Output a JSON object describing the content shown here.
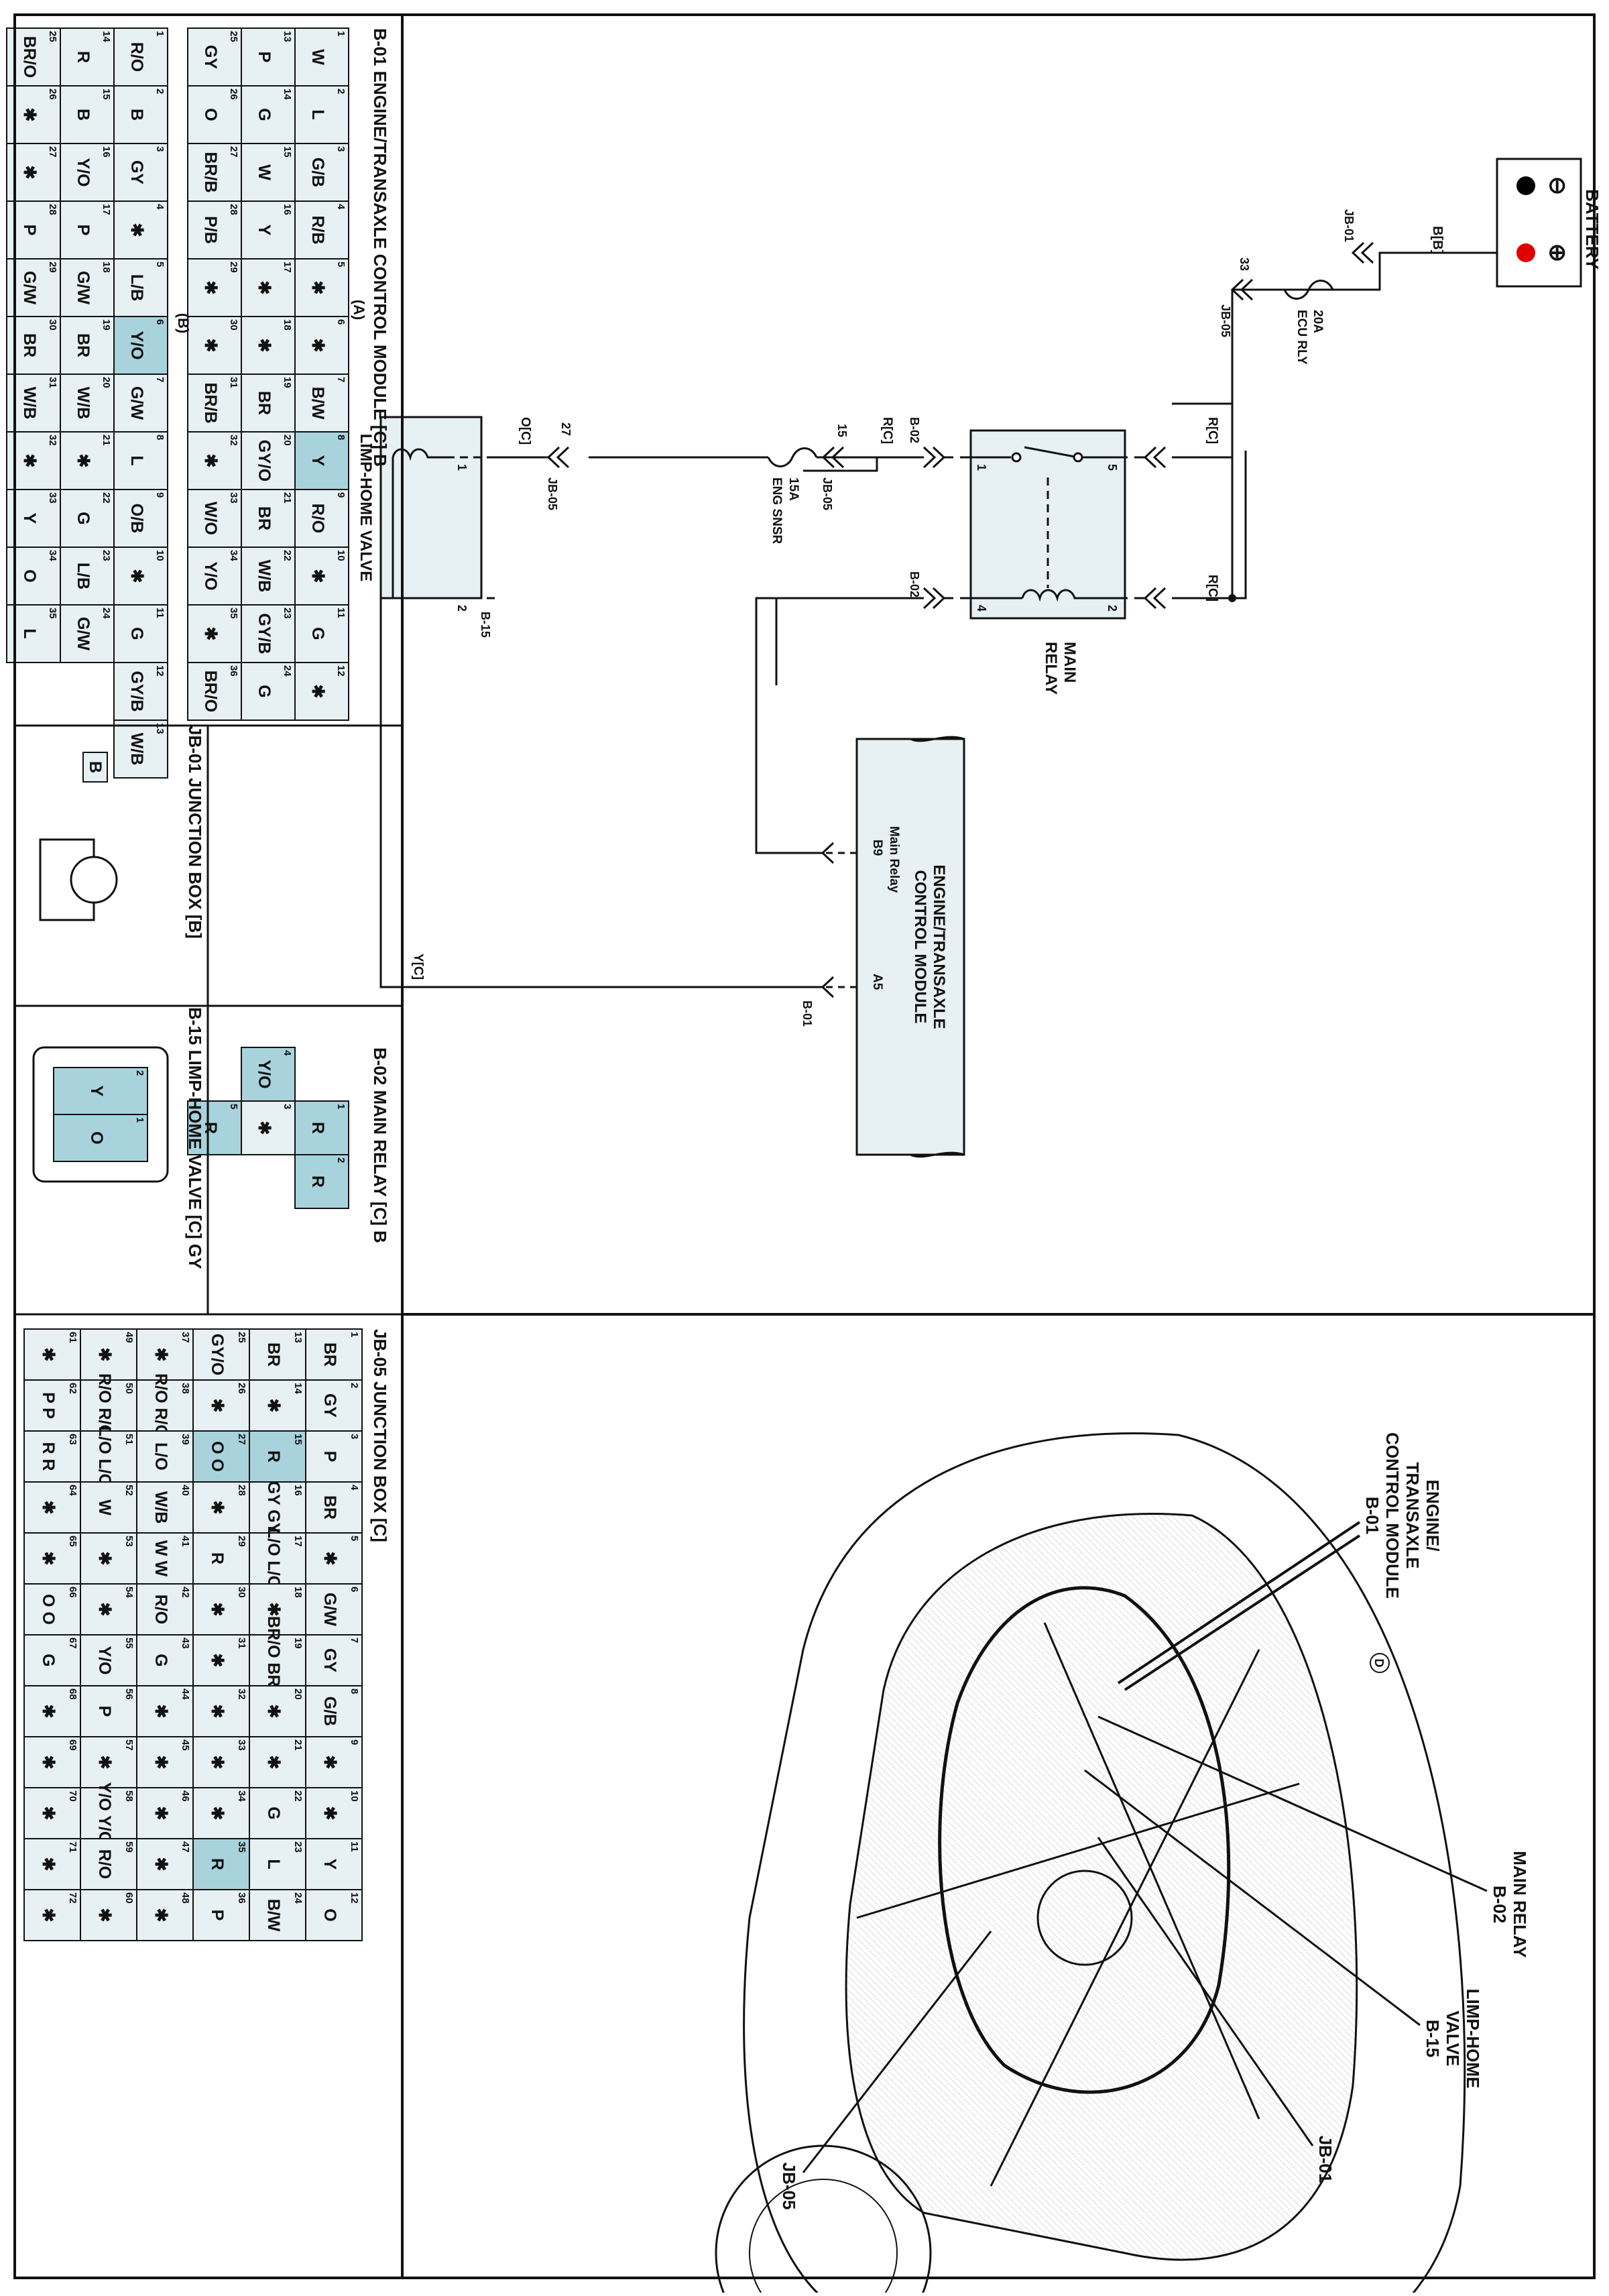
{
  "title": "",
  "colors": {
    "ink": "#111111",
    "connector_fill": "#e7f0f3",
    "highlight": "#a9d3dc",
    "battery_pos_dot": "#e00000",
    "battery_neg_dot": "#000000"
  },
  "schematic": {
    "battery": {
      "label": "BATTERY",
      "pos_symbol": "⊕",
      "neg_symbol": "⊖"
    },
    "wires": {
      "battery_out": "B[B]",
      "fuse_in": "R[C]",
      "relay_sw_in": "R[C]",
      "relay_sw_out": "R[C]",
      "relay_coil_in": "R[C]",
      "valve_feed": "O[C]",
      "valve_return": "Y[C]"
    },
    "jb01": {
      "ref": "JB-01"
    },
    "fuse_ecu": {
      "rating": "20A",
      "name": "ECU RLY",
      "jb_pin": "33",
      "jb_ref": "JB-05"
    },
    "fuse_eng": {
      "rating": "15A",
      "name": "ENG SNSR",
      "jb_pin": "15",
      "jb_ref": "JB-05"
    },
    "relay": {
      "title_1": "MAIN",
      "title_2": "RELAY",
      "conn_ref": "B-02",
      "pins": [
        "1",
        "2",
        "4",
        "5"
      ]
    },
    "ecm": {
      "title_1": "ENGINE/TRANSAXLE",
      "title_2": "CONTROL MODULE",
      "sub": "Main Relay",
      "pin_b": "B9",
      "pin_a": "A5",
      "conn_ref": "B-01"
    },
    "valve": {
      "title": "LIMP-HOME VALVE",
      "pin1": "1",
      "pin2": "2",
      "conn_ref": "B-15",
      "jb_pin": "27",
      "jb_ref": "JB-05"
    }
  },
  "location": {
    "labels": {
      "ecm_1": "ENGINE/",
      "ecm_2": "TRANSAXLE",
      "ecm_3": "CONTROL MODULE",
      "ecm_4": "B-01",
      "relay_1": "MAIN RELAY",
      "relay_2": "B-02",
      "valve_1": "LIMP-HOME",
      "valve_2": "VALVE",
      "valve_3": "B-15",
      "jb01": "JB-01",
      "jb05": "JB-05",
      "d": "D"
    }
  },
  "connectors": {
    "b01": {
      "title": "B-01 ENGINE/TRANSAXLE CONTROL MODULE [C] B",
      "half_a": "(A)",
      "half_b": "(B)",
      "a_rows": [
        [
          [
            "1",
            "W"
          ],
          [
            "2",
            "L"
          ],
          [
            "3",
            "G/B"
          ],
          [
            "4",
            "R/B"
          ],
          [
            "5",
            "✱"
          ],
          [
            "6",
            "✱"
          ],
          [
            "7",
            "B/W"
          ],
          [
            "8",
            "Y"
          ],
          [
            "9",
            "R/O"
          ],
          [
            "10",
            "✱"
          ],
          [
            "11",
            "G"
          ],
          [
            "12",
            "✱"
          ]
        ],
        [
          [
            "13",
            "P"
          ],
          [
            "14",
            "G"
          ],
          [
            "15",
            "W"
          ],
          [
            "16",
            "Y"
          ],
          [
            "17",
            "✱"
          ],
          [
            "18",
            "✱"
          ],
          [
            "19",
            "BR"
          ],
          [
            "20",
            "GY/O"
          ],
          [
            "21",
            "BR"
          ],
          [
            "22",
            "W/B"
          ],
          [
            "23",
            "GY/B"
          ],
          [
            "24",
            "G"
          ]
        ],
        [
          [
            "25",
            "GY"
          ],
          [
            "26",
            "O"
          ],
          [
            "27",
            "BR/B"
          ],
          [
            "28",
            "P/B"
          ],
          [
            "29",
            "✱"
          ],
          [
            "30",
            "✱"
          ],
          [
            "31",
            "BR/B"
          ],
          [
            "32",
            "✱"
          ],
          [
            "33",
            "W/O"
          ],
          [
            "34",
            "Y/O"
          ],
          [
            "35",
            "✱"
          ],
          [
            "36",
            "BR/O"
          ]
        ]
      ],
      "b_rows": [
        [
          [
            "1",
            "R/O"
          ],
          [
            "2",
            "B"
          ],
          [
            "3",
            "GY"
          ],
          [
            "4",
            "✱"
          ],
          [
            "5",
            "L/B"
          ],
          [
            "6",
            "Y/O"
          ],
          [
            "7",
            "G/W"
          ],
          [
            "8",
            "L"
          ],
          [
            "9",
            "O/B"
          ],
          [
            "10",
            "✱"
          ],
          [
            "11",
            "G"
          ],
          [
            "12",
            "GY/B"
          ],
          [
            "13",
            "W/B"
          ]
        ],
        [
          [
            "14",
            "R"
          ],
          [
            "15",
            "B"
          ],
          [
            "16",
            "Y/O"
          ],
          [
            "17",
            "P"
          ],
          [
            "18",
            "G/W"
          ],
          [
            "19",
            "BR"
          ],
          [
            "20",
            "W/B"
          ],
          [
            "21",
            "✱"
          ],
          [
            "22",
            "G"
          ],
          [
            "23",
            "L/B"
          ],
          [
            "24",
            "G/W"
          ]
        ],
        [
          [
            "25",
            "BR/O"
          ],
          [
            "26",
            "✱"
          ],
          [
            "27",
            "✱"
          ],
          [
            "28",
            "P"
          ],
          [
            "29",
            "G/W"
          ],
          [
            "30",
            "BR"
          ],
          [
            "31",
            "W/B"
          ],
          [
            "32",
            "✱"
          ],
          [
            "33",
            "Y"
          ],
          [
            "34",
            "O"
          ],
          [
            "35",
            "L"
          ]
        ]
      ]
    },
    "b02": {
      "title": "B-02 MAIN RELAY [C] B",
      "pins": [
        [
          "1",
          "R"
        ],
        [
          "2",
          "R"
        ],
        [
          "3",
          "✱"
        ],
        [
          "4",
          "Y/O"
        ],
        [
          "5",
          "R"
        ]
      ]
    },
    "jb01": {
      "title": "JB-01 JUNCTION BOX [B]",
      "terminal": "B"
    },
    "b15": {
      "title": "B-15 LIMP-HOME VALVE [C] GY",
      "pins": [
        [
          "1",
          "O"
        ],
        [
          "2",
          "Y"
        ]
      ]
    },
    "jb05": {
      "title": "JB-05 JUNCTION BOX [C]",
      "rows": [
        [
          [
            "1",
            "BR"
          ],
          [
            "2",
            "GY"
          ],
          [
            "3",
            "P"
          ],
          [
            "4",
            "BR"
          ],
          [
            "5",
            "✱"
          ],
          [
            "6",
            "G/W"
          ],
          [
            "7",
            "GY"
          ],
          [
            "8",
            "G/B"
          ],
          [
            "9",
            "✱"
          ],
          [
            "10",
            "✱"
          ],
          [
            "11",
            "Y"
          ],
          [
            "12",
            "O"
          ]
        ],
        [
          [
            "13",
            "BR"
          ],
          [
            "14",
            "✱"
          ],
          [
            "15",
            "R"
          ],
          [
            "16",
            "GY GY"
          ],
          [
            "17",
            "L/O L/O"
          ],
          [
            "18",
            "✱"
          ],
          [
            "19",
            "BR/O BR/O"
          ],
          [
            "20",
            "✱"
          ],
          [
            "21",
            "✱"
          ],
          [
            "22",
            "G"
          ],
          [
            "23",
            "L"
          ],
          [
            "24",
            "B/W"
          ]
        ],
        [
          [
            "25",
            "GY/O"
          ],
          [
            "26",
            "✱"
          ],
          [
            "27",
            "O O"
          ],
          [
            "28",
            "✱"
          ],
          [
            "29",
            "R"
          ],
          [
            "30",
            "✱"
          ],
          [
            "31",
            "✱"
          ],
          [
            "32",
            "✱"
          ],
          [
            "33",
            "✱"
          ],
          [
            "34",
            "✱"
          ],
          [
            "35",
            "R"
          ],
          [
            "36",
            "P"
          ]
        ],
        [
          [
            "37",
            "✱"
          ],
          [
            "38",
            "R/O R/O"
          ],
          [
            "39",
            "L/O"
          ],
          [
            "40",
            "W/B"
          ],
          [
            "41",
            "W W"
          ],
          [
            "42",
            "R/O"
          ],
          [
            "43",
            "G"
          ],
          [
            "44",
            "✱"
          ],
          [
            "45",
            "✱"
          ],
          [
            "46",
            "✱"
          ],
          [
            "47",
            "✱"
          ],
          [
            "48",
            "✱"
          ]
        ],
        [
          [
            "49",
            "✱"
          ],
          [
            "50",
            "R/O R/O"
          ],
          [
            "51",
            "L/O L/O"
          ],
          [
            "52",
            "W"
          ],
          [
            "53",
            "✱"
          ],
          [
            "54",
            "✱"
          ],
          [
            "55",
            "Y/O"
          ],
          [
            "56",
            "P"
          ],
          [
            "57",
            "✱"
          ],
          [
            "58",
            "Y/O Y/O"
          ],
          [
            "59",
            "R/O"
          ],
          [
            "60",
            "✱"
          ]
        ],
        [
          [
            "61",
            "✱"
          ],
          [
            "62",
            "P P"
          ],
          [
            "63",
            "R R"
          ],
          [
            "64",
            "✱"
          ],
          [
            "65",
            "✱"
          ],
          [
            "66",
            "O O"
          ],
          [
            "67",
            "G"
          ],
          [
            "68",
            "✱"
          ],
          [
            "69",
            "✱"
          ],
          [
            "70",
            "✱"
          ],
          [
            "71",
            "✱"
          ],
          [
            "72",
            "✱"
          ]
        ]
      ]
    }
  }
}
